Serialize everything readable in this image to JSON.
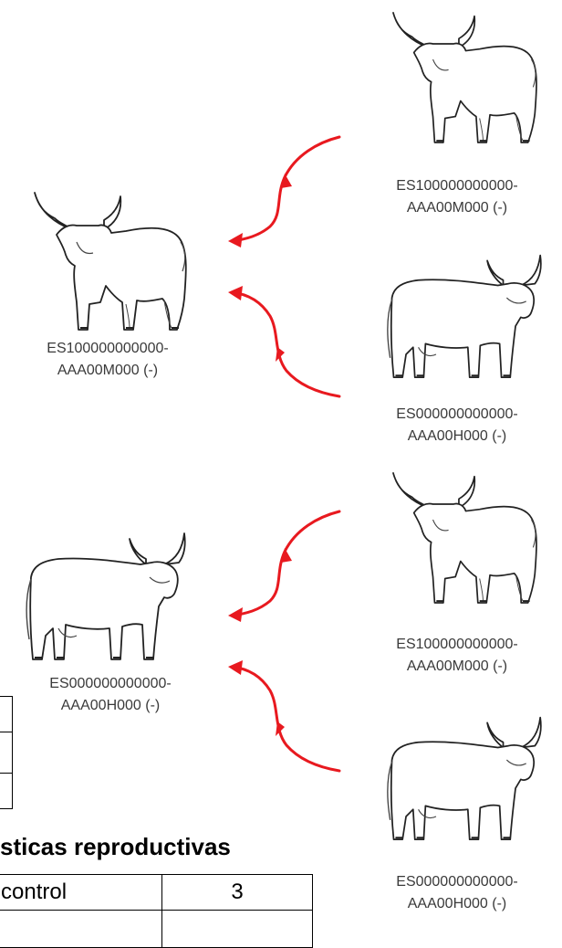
{
  "pedigree": {
    "parents": [
      {
        "id_line1": "ES100000000000-",
        "id_line2": "AAA00M000 (-)",
        "sex": "male"
      },
      {
        "id_line1": "ES000000000000-",
        "id_line2": "AAA00H000 (-)",
        "sex": "female"
      }
    ],
    "grandparents": [
      {
        "id_line1": "ES100000000000-",
        "id_line2": "AAA00M000 (-)",
        "sex": "male"
      },
      {
        "id_line1": "ES000000000000-",
        "id_line2": "AAA00H000 (-)",
        "sex": "female"
      },
      {
        "id_line1": "ES100000000000-",
        "id_line2": "AAA00M000 (-)",
        "sex": "male"
      },
      {
        "id_line1": "ES000000000000-",
        "id_line2": "AAA00H000 (-)",
        "sex": "female"
      }
    ],
    "arrow_color": "#e8191f",
    "caption_color": "#3a3a3a"
  },
  "reproductive": {
    "heading": "sticas reproductivas",
    "rows": [
      {
        "label": "control",
        "value": "3"
      }
    ]
  }
}
